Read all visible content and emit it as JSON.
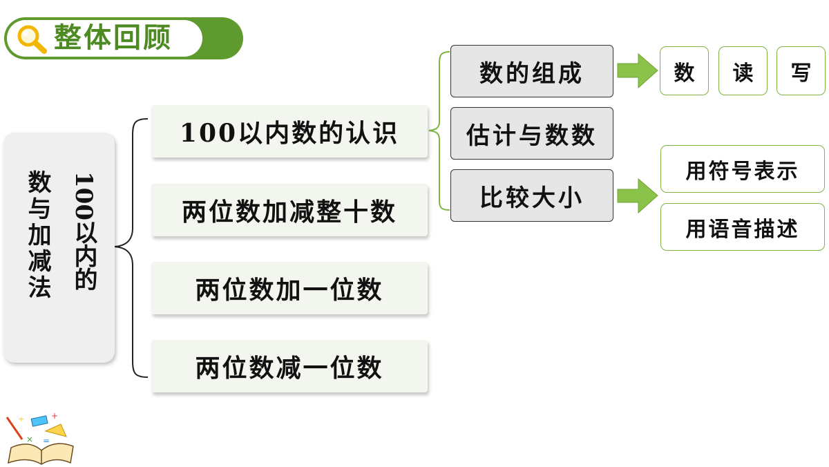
{
  "header": {
    "title": "整体回顾"
  },
  "root": {
    "col1": "100以内的",
    "col2": "数与加减法"
  },
  "level1": [
    {
      "label": "100以内数的认识"
    },
    {
      "label": "两位数加减整十数"
    },
    {
      "label": "两位数加一位数"
    },
    {
      "label": "两位数减一位数"
    }
  ],
  "level2": [
    {
      "label": "数的组成"
    },
    {
      "label": "估计与数数"
    },
    {
      "label": "比较大小"
    }
  ],
  "leaves_small": [
    {
      "label": "数"
    },
    {
      "label": "读"
    },
    {
      "label": "写"
    }
  ],
  "leaves_wide": [
    {
      "label": "用符号表示"
    },
    {
      "label": "用语音描述"
    }
  ],
  "colors": {
    "accent": "#5f9a2e",
    "leaf_border": "#7cb342",
    "arrow": "#8bc34a"
  }
}
